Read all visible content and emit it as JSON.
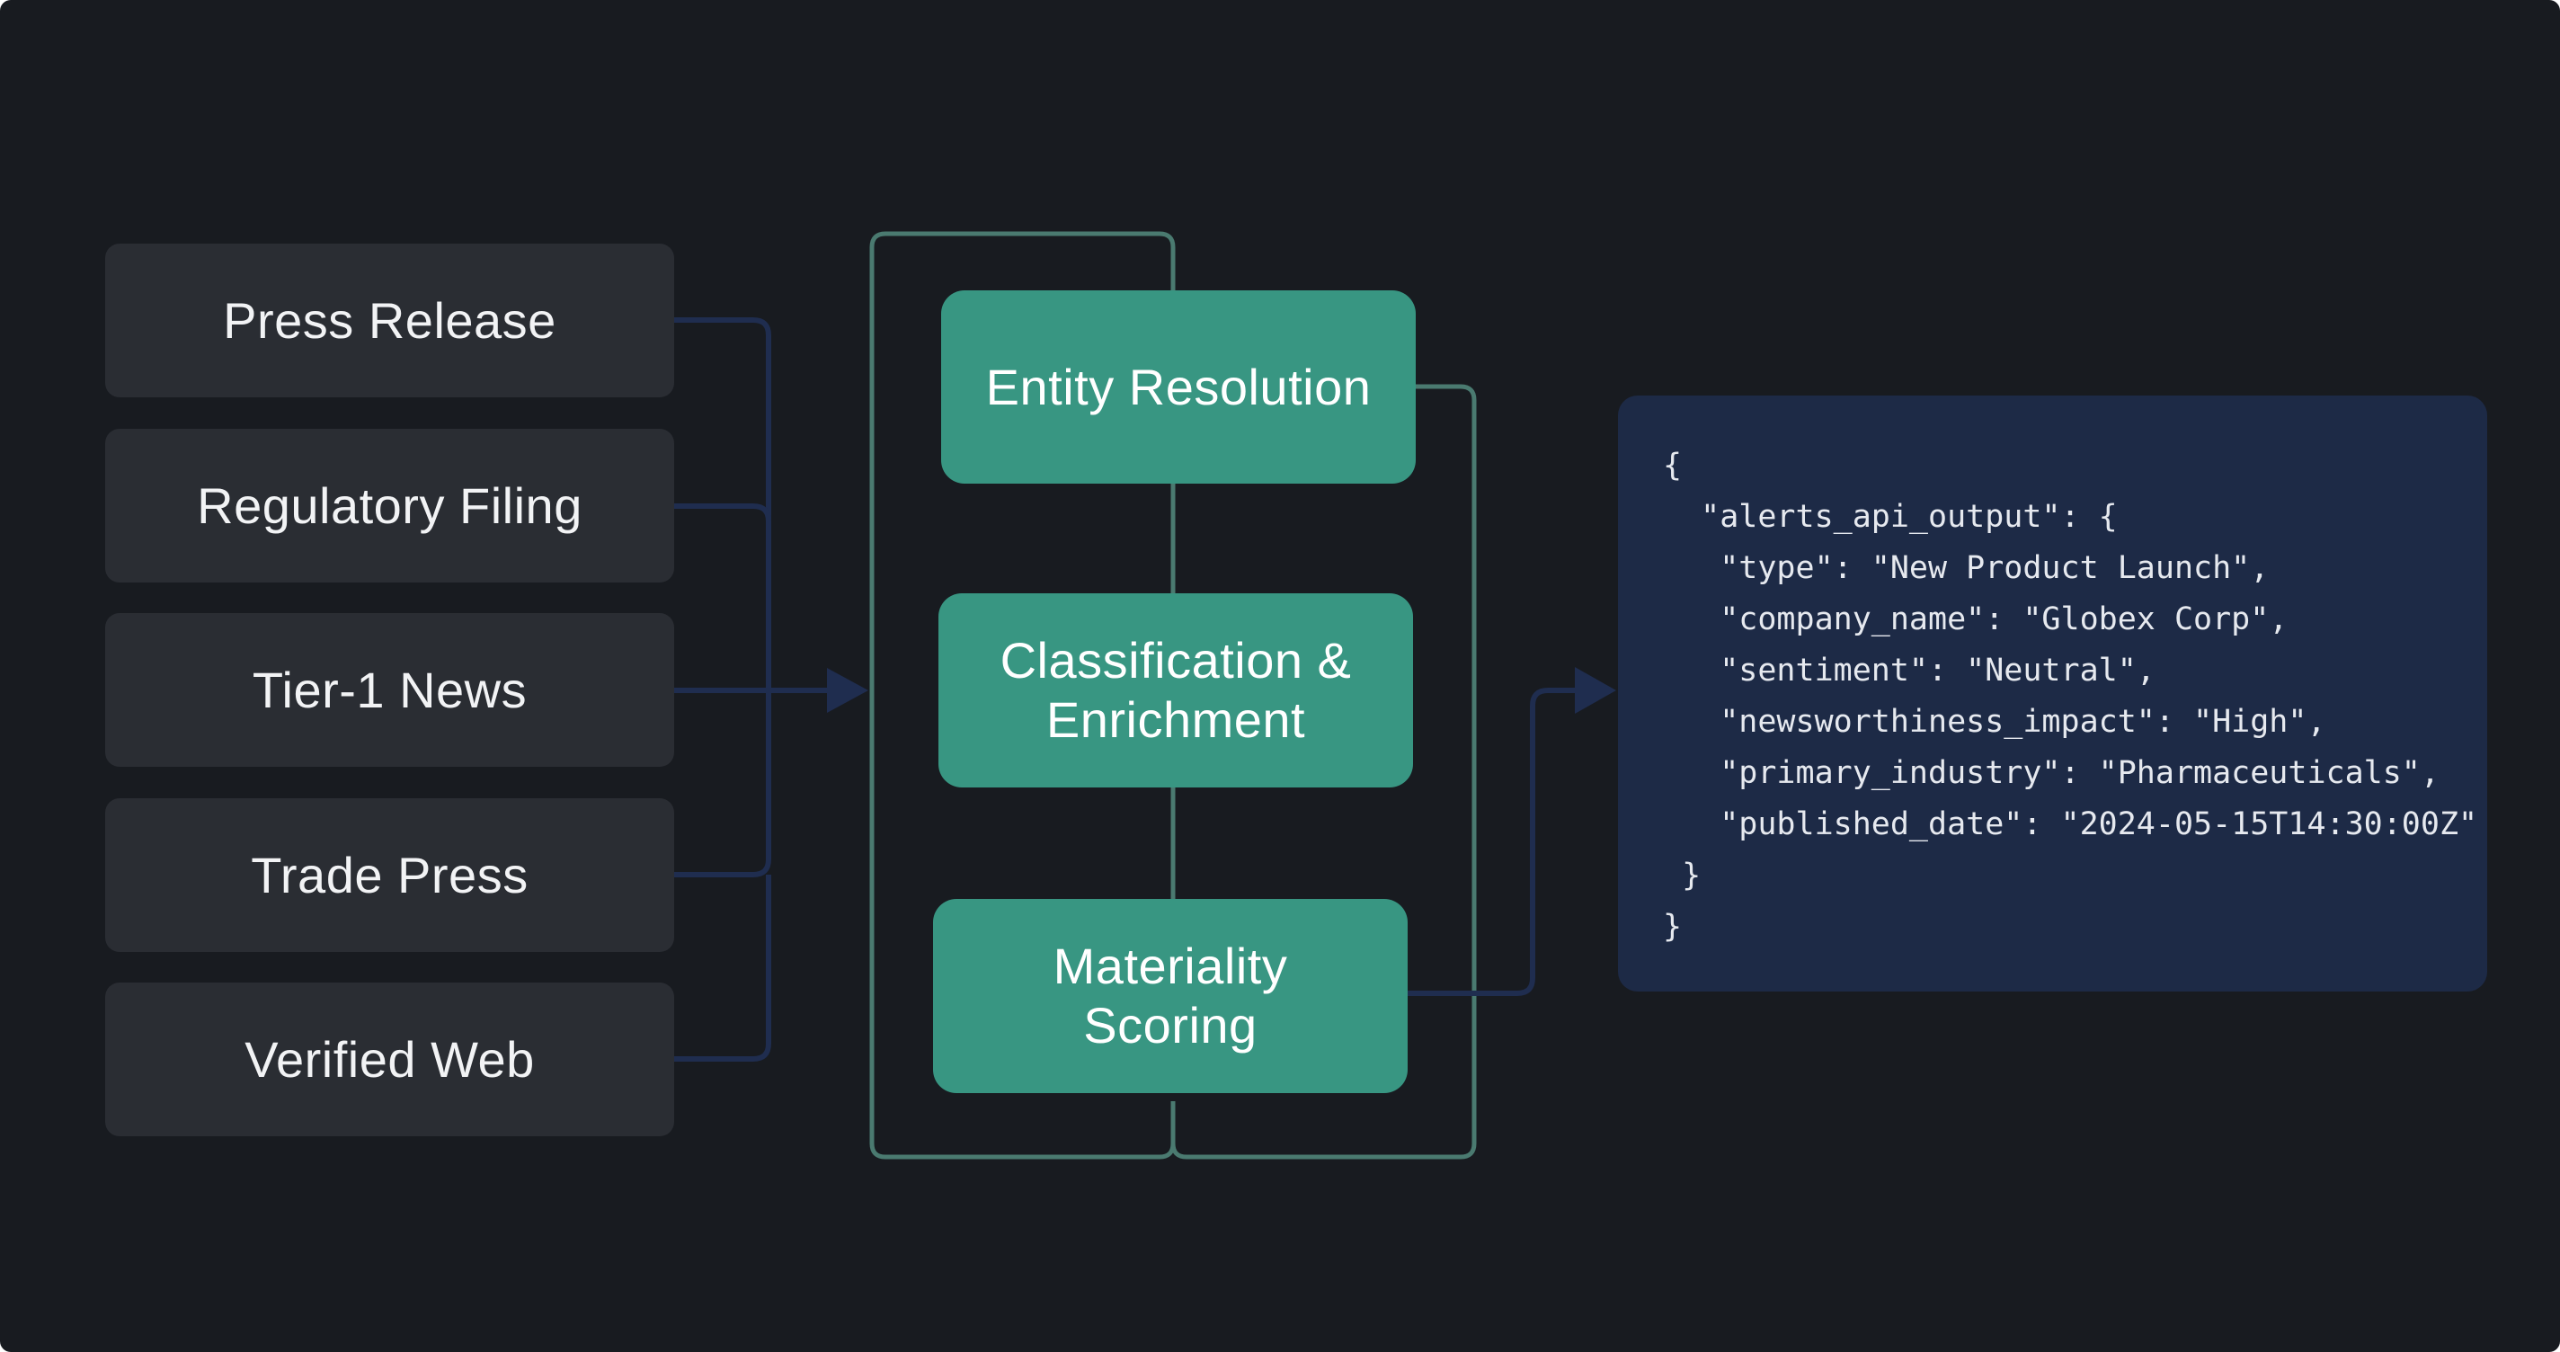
{
  "sources": [
    {
      "label": "Press Release"
    },
    {
      "label": "Regulatory Filing"
    },
    {
      "label": "Tier-1 News"
    },
    {
      "label": "Trade Press"
    },
    {
      "label": "Verified Web"
    }
  ],
  "stages": {
    "entity_resolution": {
      "lines": [
        "Entity Resolution"
      ]
    },
    "classification": {
      "lines": [
        "Classification &",
        "Enrichment"
      ]
    },
    "materiality": {
      "lines": [
        "Materiality",
        "Scoring"
      ]
    }
  },
  "output": {
    "lines": [
      "{",
      "  \"alerts_api_output\": {",
      "   \"type\": \"New Product Launch\",",
      "   \"company_name\": \"Globex Corp\",",
      "   \"sentiment\": \"Neutral\",",
      "   \"newsworthiness_impact\": \"High\",",
      "   \"primary_industry\": \"Pharmaceuticals\",",
      "   \"published_date\": \"2024-05-15T14:30:00Z\"",
      " }",
      "}"
    ]
  },
  "colors": {
    "background": "#181b20",
    "source_box": "#2a2d33",
    "stage_box": "#389682",
    "stage_frame": "#4a7a70",
    "connector": "#1f2d4f",
    "output_panel": "#1d2a46"
  }
}
